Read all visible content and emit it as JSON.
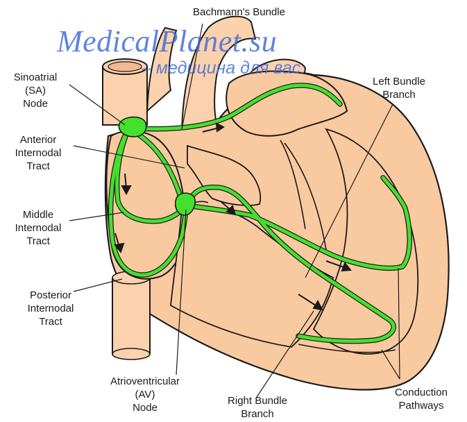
{
  "labels": {
    "bachmann": "Bachmann's Bundle",
    "sa_node": "Sinoatrial\n(SA)\nNode",
    "anterior": "Anterior\nInternodal\nTract",
    "middle": "Middle\nInternodal\nTract",
    "posterior": "Posterior\nInternodal\nTract",
    "av_node": "Atrioventricular\n(AV)\nNode",
    "right_bundle": "Right Bundle\nBranch",
    "left_bundle": "Left Bundle\nBranch",
    "conduction": "Conduction\nPathways"
  },
  "watermark": {
    "site": "MedicalPlanet.su",
    "tagline": "– медицина для вас."
  },
  "colors": {
    "heart_fill": "#f9c9a0",
    "vessel_fill": "#fbd2ad",
    "outline": "#1a1a1a",
    "conduction_green": "#44e02e",
    "watermark_blue": "#3c69d7"
  }
}
